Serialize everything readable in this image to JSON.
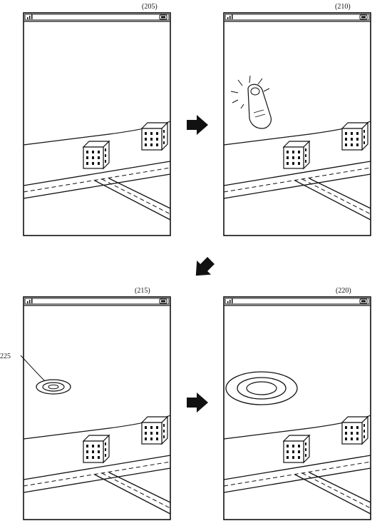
{
  "panels": [
    {
      "label": "(205)",
      "target": null
    },
    {
      "label": "(210)",
      "target": null
    },
    {
      "label": "(215)",
      "target": "small"
    },
    {
      "label": "(220)",
      "target": "large"
    }
  ],
  "callout": {
    "label": "225"
  },
  "icons": {
    "signal": "signal-bars-icon",
    "battery": "battery-icon",
    "arrow": "arrow-icon",
    "finger": "finger-tap-icon",
    "building": "building-icon",
    "target": "concentric-target-icon"
  },
  "colors": {
    "ink": "#111111",
    "paper": "#ffffff",
    "screen": "#ffffff"
  }
}
